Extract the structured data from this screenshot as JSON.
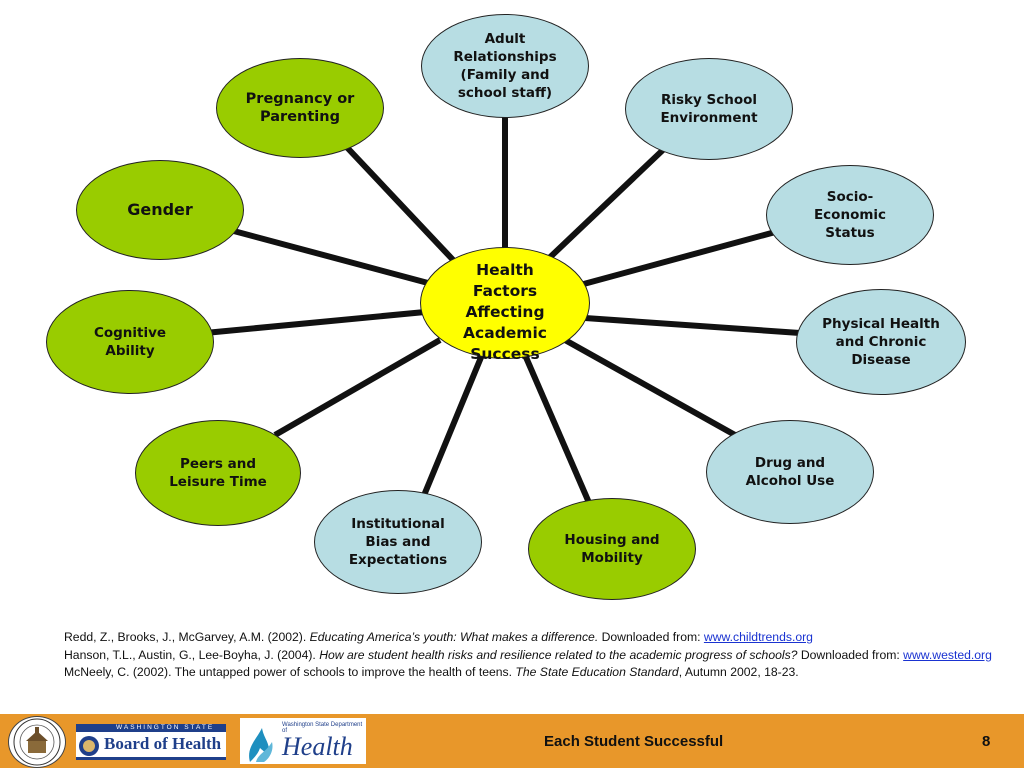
{
  "diagram": {
    "center": "Health\nFactors\nAffecting\nAcademic\nSuccess",
    "nodes": {
      "adult": "Adult\nRelationships\n(Family and\nschool staff)",
      "risky": "Risky School\nEnvironment",
      "socio": "Socio-\nEconomic\nStatus",
      "physical": "Physical Health\nand Chronic\nDisease",
      "drug": "Drug and\nAlcohol Use",
      "housing": "Housing and\nMobility",
      "institutional": "Institutional\nBias and\nExpectations",
      "peers": "Peers and\nLeisure Time",
      "cognitive": "Cognitive\nAbility",
      "gender": "Gender",
      "pregnancy": "Pregnancy or\nParenting"
    },
    "colors": {
      "green": "#99cc00",
      "blue": "#b7dde3",
      "center": "#ffff00"
    }
  },
  "references": {
    "ref1_authors": "Redd, Z., Brooks, J., McGarvey, A.M. (2002). ",
    "ref1_title": "Educating America’s youth: What makes a difference.",
    "ref1_tail": " Downloaded from: ",
    "ref1_link": "www.childtrends.org",
    "ref2_authors": "Hanson, T.L., Austin, G., Lee-Boyha, J. (2004). ",
    "ref2_title": "How are student health risks and resilience related to the academic progress of schools?",
    "ref2_tail": " Downloaded from: ",
    "ref2_link": "www.wested.org",
    "ref3_authors": "McNeely, C. (2002). The untapped power of schools to improve the health of teens. ",
    "ref3_title": "The State Education Standard",
    "ref3_tail": ", Autumn 2002, 18-23."
  },
  "footer": {
    "title": "Each Student Successful",
    "page": "8",
    "logo_state": "WASHINGTON STATE",
    "logo_board": "Board of Health",
    "logo_doh_small": "Washington State Department of",
    "logo_doh": "Health",
    "accent": "#e8972a"
  }
}
